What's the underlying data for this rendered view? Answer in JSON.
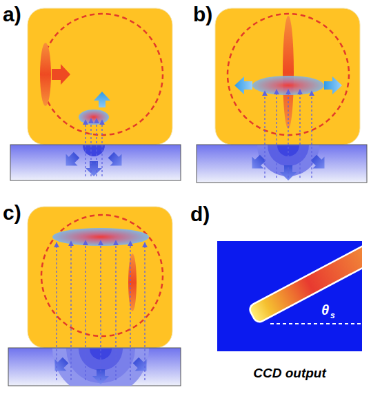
{
  "diagram": {
    "labels": [
      "a)",
      "b)",
      "c)",
      "d)",
      "θ",
      "s",
      "CCD output"
    ]
  }
}
